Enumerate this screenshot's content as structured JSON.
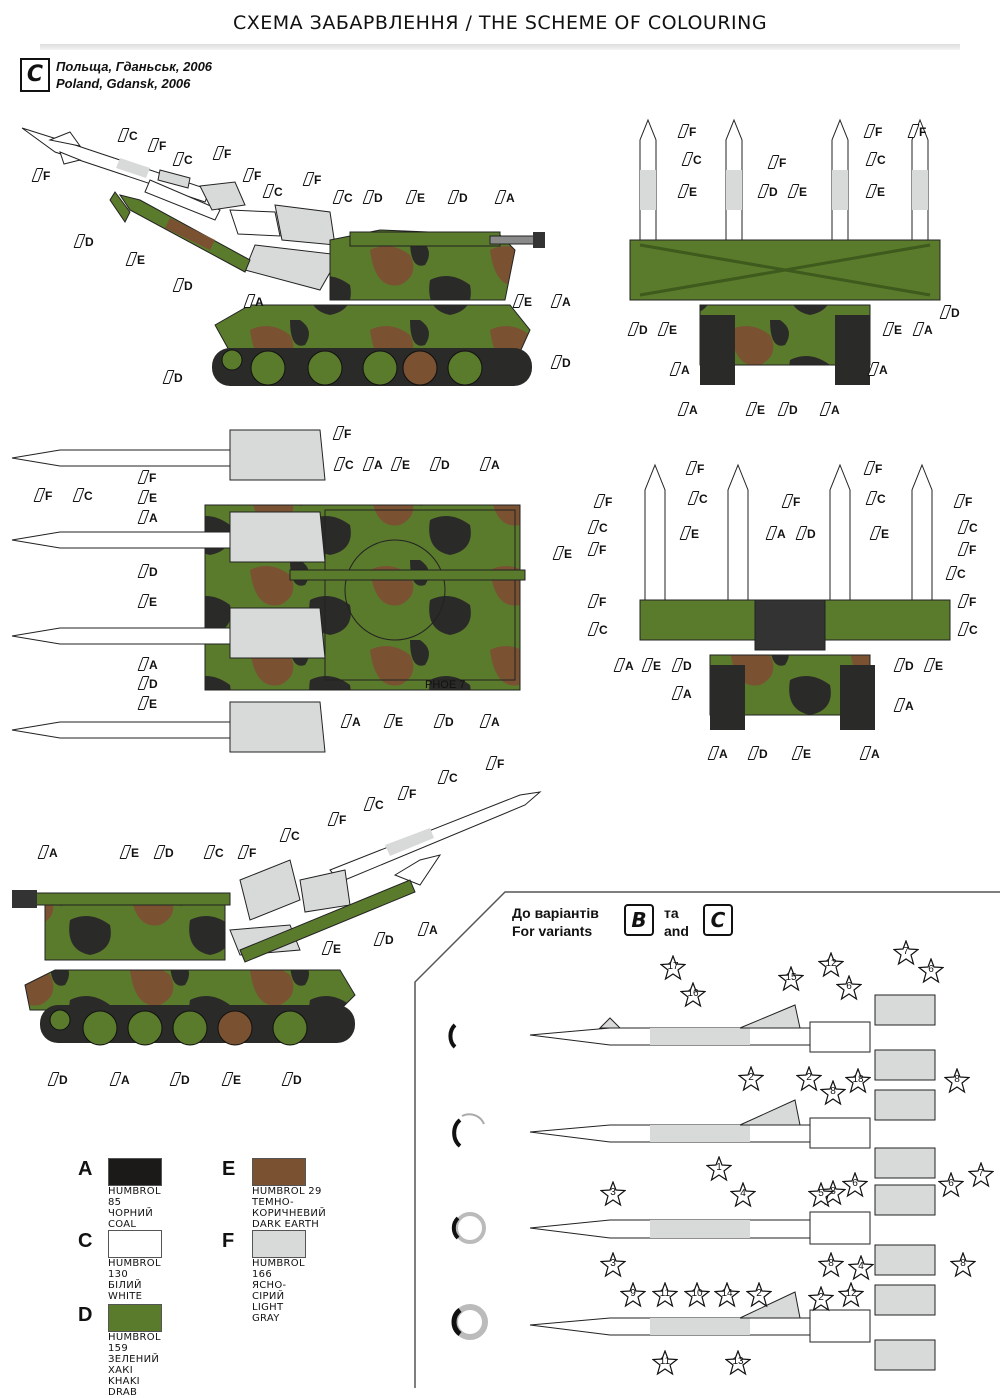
{
  "header": {
    "title": "СХЕМА ЗАБАРВЛЕННЯ / THE SCHEME OF COLOURING"
  },
  "variant": {
    "letter": "C",
    "caption_ua": "Польща, Гданьськ, 2006",
    "caption_en": "Poland, Gdansk, 2006"
  },
  "colors": {
    "coal_black": "#1c1a18",
    "white": "#ffffff",
    "dark_earth": "#7a5232",
    "light_gray": "#d8dad9",
    "khaki_drab": "#5a7a2c"
  },
  "legend": [
    {
      "letter": "A",
      "line1": "HUMBROL 85",
      "line2": "ЧОРНИЙ",
      "line3": "COAL BLACK",
      "color": "#1c1a18"
    },
    {
      "letter": "C",
      "line1": "HUMBROL 130",
      "line2": "БІЛИЙ",
      "line3": "WHITE",
      "color": "#ffffff"
    },
    {
      "letter": "D",
      "line1": "HUMBROL 159",
      "line2": "ЗЕЛЕНИЙ ХАКІ",
      "line3": "KHAKI DRAB",
      "color": "#5a7a2c"
    },
    {
      "letter": "E",
      "line1": "HUMBROL 29",
      "line2": "ТЕМНО-КОРИЧНЕВИЙ",
      "line3": "DARK EARTH",
      "color": "#7a5232"
    },
    {
      "letter": "F",
      "line1": "HUMBROL 166",
      "line2": "ЯСНО-СІРИЙ",
      "line3": "LIGHT GRAY",
      "color": "#d8dad9"
    }
  ],
  "variants_section": {
    "line1": "До варіантів",
    "line2": "For variants",
    "box1": "B",
    "and_ua": "та",
    "and_en": "and",
    "box2": "C"
  },
  "plate_text": "РНОЕ 7",
  "stars": [
    "17",
    "16",
    "15",
    "12",
    "6",
    "7",
    "6",
    "8",
    "18",
    "8",
    "2",
    "2",
    "8",
    "1",
    "3",
    "4",
    "5",
    "6",
    "6",
    "7",
    "8",
    "4",
    "8",
    "3",
    "9",
    "11",
    "10",
    "14",
    "2",
    "2",
    "12",
    "11",
    "13"
  ]
}
